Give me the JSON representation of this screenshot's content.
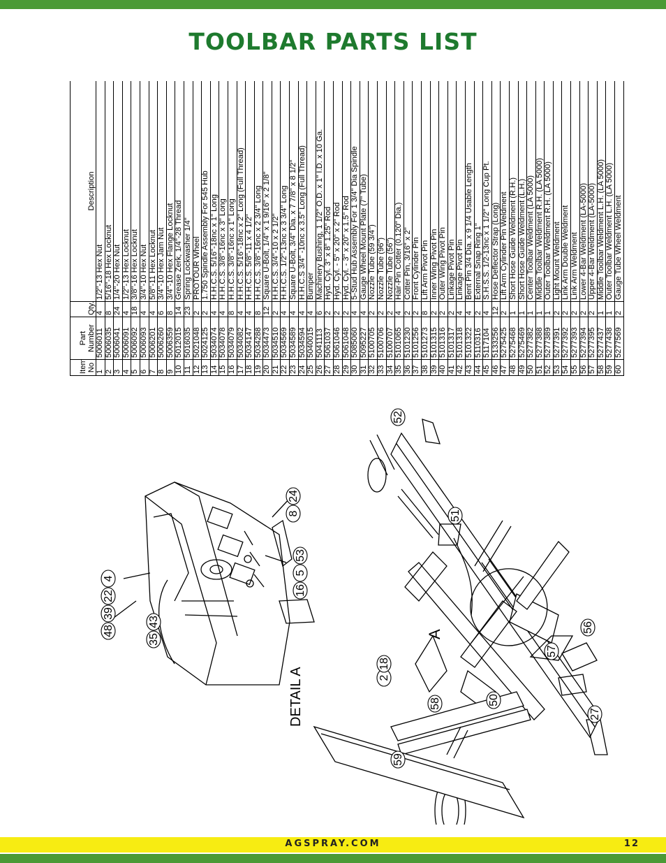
{
  "header": {
    "title": "TOOLBAR PARTS LIST"
  },
  "table": {
    "headers": {
      "item": "Item No",
      "part": "Part Number",
      "qty": "Qty.",
      "description": "Description"
    },
    "rows": [
      {
        "item": "1",
        "part": "5006011",
        "qty": "4",
        "desc": "1/2\"-13 Hex Nut"
      },
      {
        "item": "2",
        "part": "5006035",
        "qty": "8",
        "desc": "5/16\"-18 Hex Locknut"
      },
      {
        "item": "3",
        "part": "5006041",
        "qty": "24",
        "desc": "1/4\"-20 Hex Nut"
      },
      {
        "item": "4",
        "part": "5006091",
        "qty": "4",
        "desc": "1/2\"-13 Hex Locknut"
      },
      {
        "item": "5",
        "part": "5006092",
        "qty": "18",
        "desc": "3/8\"-16 Hex Locknut"
      },
      {
        "item": "6",
        "part": "5006093",
        "qty": "4",
        "desc": "3/4\"-10 Hex Nut"
      },
      {
        "item": "7",
        "part": "5006201",
        "qty": "4",
        "desc": "5/8\"-11 Hex Locknut"
      },
      {
        "item": "8",
        "part": "5006260",
        "qty": "6",
        "desc": "3/4\"-10 Hex Jam Nut"
      },
      {
        "item": "9",
        "part": "5006359",
        "qty": "8",
        "desc": "3/4\"-10 Hex Flange Locknut"
      },
      {
        "item": "10",
        "part": "5012015",
        "qty": "14",
        "desc": "Grease Zerk, 1/4\"-28 Thread"
      },
      {
        "item": "11",
        "part": "5016035",
        "qty": "23",
        "desc": "Spring Lockwasher 1/4\""
      },
      {
        "item": "12",
        "part": "5021048",
        "qty": "2",
        "desc": "PROTOUR Wheel"
      },
      {
        "item": "13",
        "part": "5024125",
        "qty": "2",
        "desc": "1.750 Spindle Assembly For 545 Hub"
      },
      {
        "item": "14",
        "part": "5034074",
        "qty": "4",
        "desc": "H.H.C.S. 5/16\"-18nc x 1\" Long"
      },
      {
        "item": "15",
        "part": "5034078",
        "qty": "4",
        "desc": "H.H.C.S. 3/8\"-16nc x 3\" Long"
      },
      {
        "item": "16",
        "part": "5034079",
        "qty": "8",
        "desc": "H.H.C.S. 3/8\"-16nc x 1\" Long"
      },
      {
        "item": "17",
        "part": "5034082",
        "qty": "4",
        "desc": "H.H.C.S. 5/16\"-18nc x 2\" Long (Full Thread)"
      },
      {
        "item": "18",
        "part": "5034147",
        "qty": "4",
        "desc": "H.H.C.S. 5/8\"-11 x 4 1/2\""
      },
      {
        "item": "19",
        "part": "5034288",
        "qty": "8",
        "desc": "H.H.C.S. 3/8\"-16nc x 2 3/4\" Long"
      },
      {
        "item": "20",
        "part": "5034473",
        "qty": "12",
        "desc": "Square U-Bolt, 1/4\" x 1 9/16\" x 2 1/8\""
      },
      {
        "item": "21",
        "part": "5034510",
        "qty": "2",
        "desc": "H.H.C.S. 3/4\"-10 x 2 1/2\""
      },
      {
        "item": "22",
        "part": "5034569",
        "qty": "4",
        "desc": "H.H.C.S. 1/2\"-13nc x 3 3/4\" Long"
      },
      {
        "item": "23",
        "part": "5034589",
        "qty": "4",
        "desc": "Square U-Bolt, 3/4\" Dia. x 7 7/8\" x 8 1/2\""
      },
      {
        "item": "24",
        "part": "5034594",
        "qty": "4",
        "desc": "H.H.C.S 3/4\" -10nc x 3.5\" Long (Full Thread)"
      },
      {
        "item": "25",
        "part": "5040015",
        "qty": "4",
        "desc": "Bumper"
      },
      {
        "item": "26",
        "part": "5041113",
        "qty": "6",
        "desc": "Machinery Bushing, 1 1/2\" O.D. x 1\" I.D. x 10 Ga."
      },
      {
        "item": "27",
        "part": "5061037",
        "qty": "2",
        "desc": "Hyd. Cyl. 3\" x 8\" 1.25\" Rod"
      },
      {
        "item": "28",
        "part": "5061046",
        "qty": "2",
        "desc": "Hyd. Cyl. - 5\" x 20\" x 2\" Rod"
      },
      {
        "item": "29",
        "part": "5061048",
        "qty": "2",
        "desc": "Hyd. Cyl. - 3\" x 20\" x 1.5\" Rod"
      },
      {
        "item": "30",
        "part": "5085060",
        "qty": "4",
        "desc": "5-Stud Hub Assembly For 1 3/4\" Dia Spindle"
      },
      {
        "item": "31",
        "part": "5095227",
        "qty": "4",
        "desc": "Gauge Wheel Mount Plate (7\" Tube)"
      },
      {
        "item": "32",
        "part": "5100705",
        "qty": "2",
        "desc": "Nozzle Tube (59 3/4\")"
      },
      {
        "item": "33",
        "part": "5100706",
        "qty": "2",
        "desc": "Nozzle Tube (96\")"
      },
      {
        "item": "34",
        "part": "5100707",
        "qty": "2",
        "desc": "Nozzle Tube (56\")"
      },
      {
        "item": "35",
        "part": "5101065",
        "qty": "4",
        "desc": "Hair-Pin Cotter (0.120\" Dia.)"
      },
      {
        "item": "36",
        "part": "5101230",
        "qty": "2",
        "desc": "Cotter Pin, 3/16\" x 2\""
      },
      {
        "item": "37",
        "part": "5101256",
        "qty": "2",
        "desc": "Front Cylinder Pin"
      },
      {
        "item": "38",
        "part": "5101273",
        "qty": "8",
        "desc": "Lift Arm Pivot Pin"
      },
      {
        "item": "39",
        "part": "5101315",
        "qty": "2",
        "desc": "Inner Wing Pivot Pin"
      },
      {
        "item": "40",
        "part": "5101316",
        "qty": "2",
        "desc": "Outer Wing Pivot Pin"
      },
      {
        "item": "41",
        "part": "5101317",
        "qty": "2",
        "desc": "Linkage Pivot Pin"
      },
      {
        "item": "42",
        "part": "5101318",
        "qty": "4",
        "desc": "Linkage Pivot Pin"
      },
      {
        "item": "43",
        "part": "5101322",
        "qty": "4",
        "desc": "Bent Pin 3/4 Dia. x 9 1/4 Usable Length"
      },
      {
        "item": "44",
        "part": "5110316",
        "qty": "2",
        "desc": "External Snap Ring 1\""
      },
      {
        "item": "45",
        "part": "5117104",
        "qty": "4",
        "desc": "S.H.S.S. 1/2-13nc x 1 1/2\" Long Cup Pt."
      },
      {
        "item": "46",
        "part": "5133256",
        "qty": "12",
        "desc": "Hose Deflector Strap (Long)"
      },
      {
        "item": "47",
        "part": "5275425",
        "qty": "2",
        "desc": "Lift Arm Cylinder Pin Weldment"
      },
      {
        "item": "48",
        "part": "5275468",
        "qty": "1",
        "desc": "Short Hose Guide Weldment (R.H.)"
      },
      {
        "item": "49",
        "part": "5275469",
        "qty": "1",
        "desc": "Short Hose Guide Weldment (L.H.)"
      },
      {
        "item": "50",
        "part": "5277382",
        "qty": "1",
        "desc": "Center Toolbar Weldment (LA 5000)"
      },
      {
        "item": "51",
        "part": "5277388",
        "qty": "1",
        "desc": "Middle Toolbar Weldment R.H. (LA 5000)"
      },
      {
        "item": "52",
        "part": "5277389",
        "qty": "1",
        "desc": "Outer Toolbar Weldment R.H. (LA 5000)"
      },
      {
        "item": "53",
        "part": "5277391",
        "qty": "2",
        "desc": "Light Mount Weldment"
      },
      {
        "item": "54",
        "part": "5277392",
        "qty": "2",
        "desc": "Link Arm Double Weldment"
      },
      {
        "item": "55",
        "part": "5277393",
        "qty": "2",
        "desc": "Link Arm Weldment"
      },
      {
        "item": "56",
        "part": "5277394",
        "qty": "2",
        "desc": "Lower 4-Bar Weldment (LA-5000)"
      },
      {
        "item": "57",
        "part": "5277395",
        "qty": "2",
        "desc": "Upper 4-Bar Weldment (LA-5000)"
      },
      {
        "item": "58",
        "part": "5277437",
        "qty": "1",
        "desc": "Middle Toolbar Weldment L.H. (LA 5000)"
      },
      {
        "item": "59",
        "part": "5277438",
        "qty": "1",
        "desc": "Outer Toolbar Weldment L.H. (LA 5000)"
      },
      {
        "item": "60",
        "part": "5277569",
        "qty": "2",
        "desc": "Gauge Tube Wheel Weldment"
      }
    ]
  },
  "drawing": {
    "detail_label": "DETAIL A",
    "view_marker": "A",
    "detail_callouts": [
      "48",
      "39",
      "22",
      "4",
      "35",
      "43",
      "16",
      "5",
      "53",
      "8",
      "24"
    ],
    "main_callouts": [
      "52",
      "51",
      "56",
      "57",
      "27",
      "50",
      "58",
      "59",
      "2",
      "18"
    ]
  },
  "footer": {
    "site": "AGSPRAY.COM",
    "page": "12"
  },
  "colors": {
    "brand_green": "#4a9a35",
    "title_green": "#1e7a2e",
    "footer_yellow": "#f7ec12"
  }
}
